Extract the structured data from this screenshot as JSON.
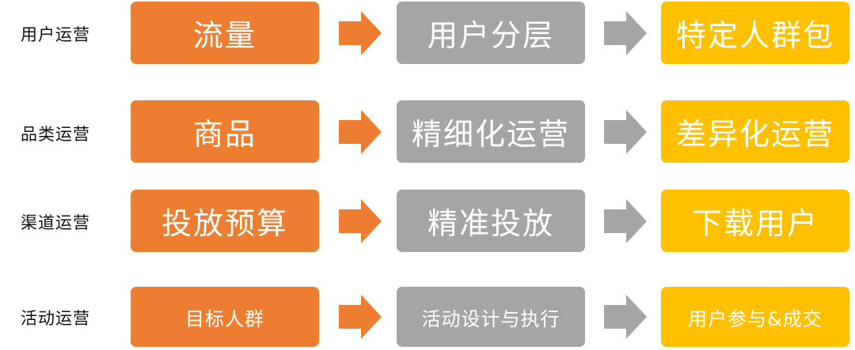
{
  "colors": {
    "source": "#ED7D31",
    "process": "#A5A5A5",
    "outcome": "#FFC000",
    "arrow_orange": "#ED7D31",
    "arrow_gray": "#A5A5A5"
  },
  "rows": [
    {
      "label": "用户运营",
      "source": "流量",
      "process": "用户分层",
      "outcome": "特定人群包"
    },
    {
      "label": "品类运营",
      "source": "商品",
      "process": "精细化运营",
      "outcome": "差异化运营"
    },
    {
      "label": "渠道运营",
      "source": "投放预算",
      "process": "精准投放",
      "outcome": "下载用户"
    },
    {
      "label": "活动运营",
      "source": "目标人群",
      "process": "活动设计与执行",
      "outcome": "用户参与&成交"
    }
  ]
}
